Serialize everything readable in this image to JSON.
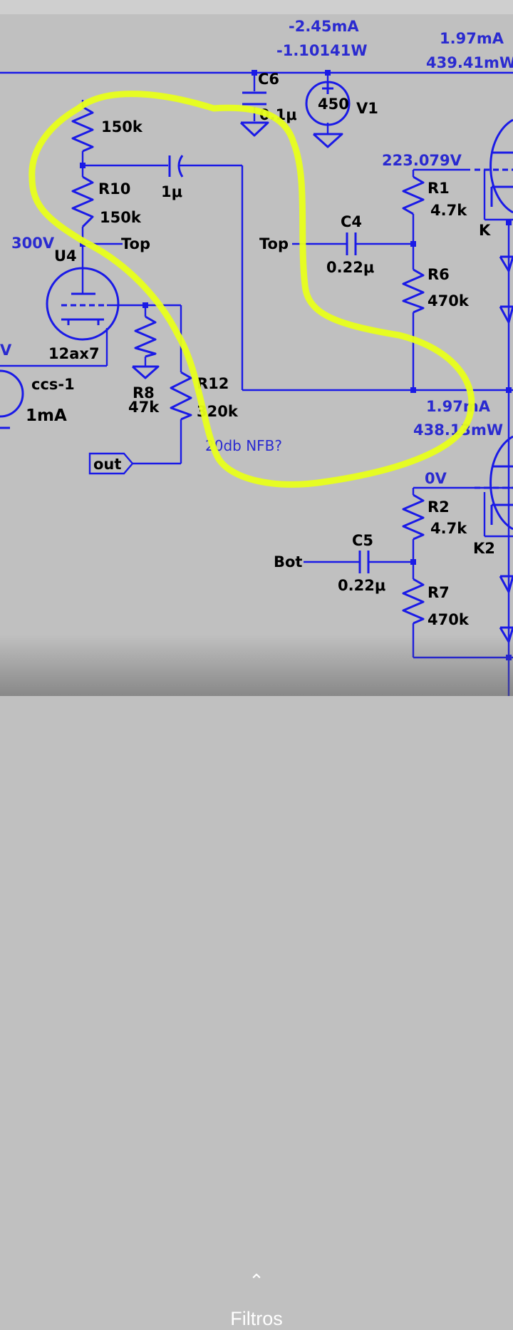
{
  "readouts": {
    "v1_current": "-2.45mA",
    "v1_power": "-1.10141W",
    "top_current": "1.97mA",
    "top_power": "439.41mW",
    "node_top": "223.079V",
    "bot_current": "1.97mA",
    "bot_power": "438.13mW",
    "node_bot": "0V",
    "node_300": "300V",
    "bias_partial": "V"
  },
  "components": {
    "c6": "C6",
    "c6_value": "0.1μ",
    "v1_name": "V1",
    "v1_value": "450",
    "r_top_value": "150k",
    "r10": "R10",
    "r10_value": "150k",
    "cap_1u_value": "1μ",
    "u4": "U4",
    "u4_model": "12ax7",
    "r8": "R8",
    "r8_value": "47k",
    "r12": "R12",
    "r12_value": "320k",
    "ccs": "ccs-1",
    "ccs_value": "1mA",
    "c4": "C4",
    "c4_value": "0.22μ",
    "r1": "R1",
    "r1_value": "4.7k",
    "r6": "R6",
    "r6_value": "470k",
    "k": "K",
    "r2": "R2",
    "r2_value": "4.7k",
    "k2": "K2",
    "c5": "C5",
    "c5_value": "0.22μ",
    "r7": "R7",
    "r7_value": "470k"
  },
  "net_labels": {
    "top_left": "Top",
    "top_mid": "Top",
    "bot": "Bot",
    "out": "out"
  },
  "annotation": "20db NFB?",
  "bottom_bar": {
    "label": "Filtros"
  }
}
